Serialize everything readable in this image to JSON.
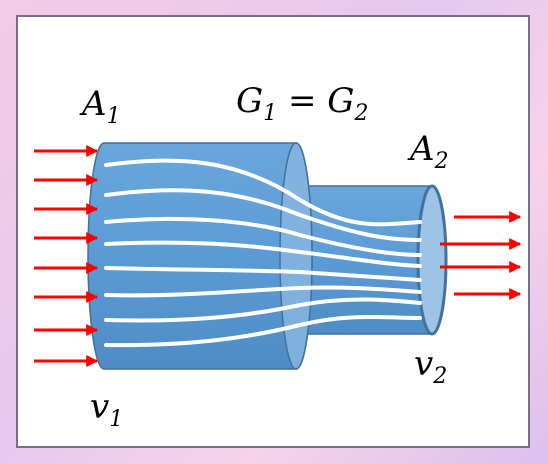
{
  "labels": {
    "area_in": "A",
    "area_in_sub": "1",
    "area_out": "A",
    "area_out_sub": "2",
    "equation_left": "G",
    "equation_left_sub": "1",
    "equation_mid": " = ",
    "equation_right": "G",
    "equation_right_sub": "2",
    "vel_in": "v",
    "vel_in_sub": "1",
    "vel_out": "v",
    "vel_out_sub": "2"
  },
  "colors": {
    "pipe": "#5b9bd5",
    "pipe_dark": "#41719c",
    "pipe_end": "#9dc3e6",
    "arrows": "#ff0000",
    "streamlines": "#ffffff"
  }
}
